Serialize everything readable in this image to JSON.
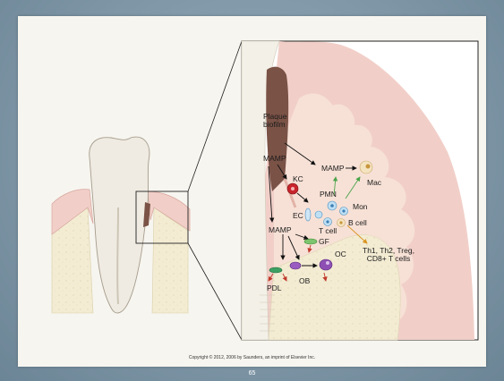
{
  "labels": {
    "plaque_biofilm": "Plaque\nbiofilm",
    "mamp_top": "MAMP",
    "mamp_center": "MAMP",
    "mamp_lower": "MAMP",
    "kc": "KC",
    "mac": "Mac",
    "pmn": "PMN",
    "mon": "Mon",
    "ec": "EC",
    "t_cell": "T cell",
    "b_cell": "B cell",
    "gf": "GF",
    "oc": "OC",
    "ob": "OB",
    "pdl": "PDL",
    "t_subsets": "Th1, Th2, Treg,\nCD8+ T cells"
  },
  "copyright": "Copyright © 2012, 2006 by Saunders, an imprint of Elsevier Inc.",
  "slide_number": "65",
  "colors": {
    "background_frame": "#7f97a6",
    "slide": "#f7f5ef",
    "gingiva": "#f1cfc8",
    "bone": "#f3ecd3",
    "biofilm": "#7a5246",
    "arrow_black": "#111111",
    "arrow_green": "#4aa34a",
    "arrow_orange": "#d9941f",
    "arrow_red": "#c0392b"
  }
}
